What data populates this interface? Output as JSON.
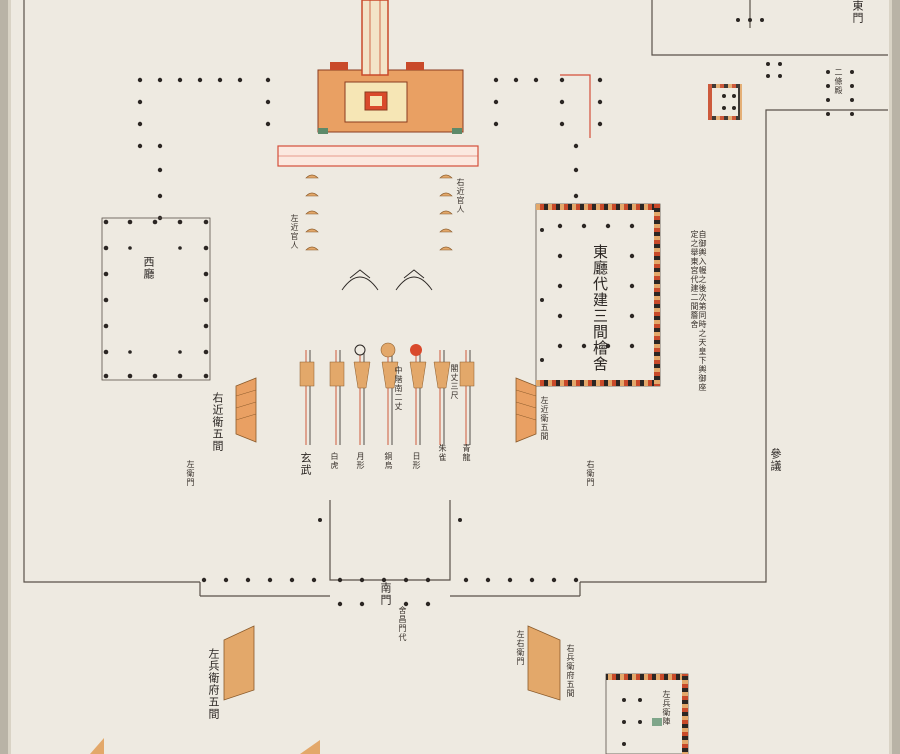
{
  "hall_labels": {
    "west_hall": "西廳",
    "east_hall": "東廳代建三間檜舍",
    "east_gate": "東門",
    "south_gate": "南門",
    "south_gate_note": "舍昌門代",
    "west_pavilion": "右近衛五間",
    "east_pavilion": "左近衛五間",
    "lower_west_pavilion": "左兵衛府五間",
    "lower_east_pavilion": "右兵衛府五間",
    "east_side_stand": "參議",
    "bottom_right_note": "左兵衛陣"
  },
  "banner_labels": [
    "玄武",
    "白虎",
    "月形",
    "銅烏",
    "日形",
    "朱雀",
    "青龍"
  ],
  "small_notes": {
    "upper_right_title": "二條殿",
    "right_annotation": "自御輿入幄之後次第同時之天皇下輿御座定之舉東宮代建二間簷舍",
    "center_columns": "中階南二丈",
    "officials_left": "左近官人",
    "officials_right": "右近官人",
    "horse_note": "閣丈三尺",
    "lower_left_note": "左衛門",
    "lower_right_note": "右衛門",
    "bottom_note": "左右衛門"
  },
  "colors": {
    "paper": "#eeeae1",
    "ink": "#2b2623",
    "vermilion": "#c94a2a",
    "ochre": "#e3a86a",
    "green": "#7fa68a",
    "mount": "#b9b3a6"
  }
}
